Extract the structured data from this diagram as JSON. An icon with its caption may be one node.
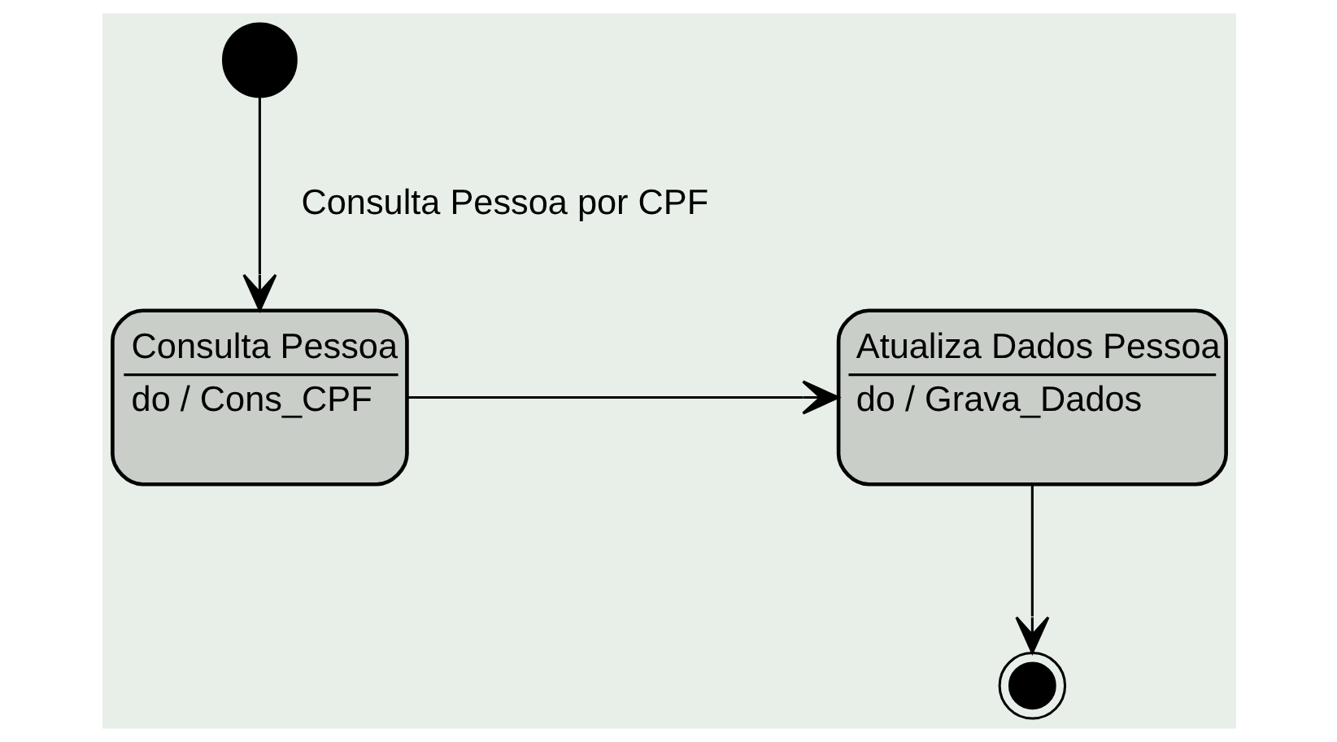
{
  "diagram": {
    "nodes": [
      {
        "text": [],
        "shape": "circle"
      },
      {
        "text": [
          "Consulta Pessoa",
          "do / Cons_CPF"
        ]
      },
      {
        "text": [
          "Atualiza Dados Pessoa",
          "do / Grava_Dados"
        ]
      },
      {
        "text": [],
        "shape": "circle"
      }
    ],
    "edges": [
      {
        "from": 0,
        "to": 1,
        "arrow": "to",
        "label": "Consulta Pessoa por CPF"
      },
      {
        "from": 1,
        "to": 2,
        "arrow": "to"
      },
      {
        "from": 2,
        "to": 3,
        "arrow": "to"
      }
    ]
  }
}
